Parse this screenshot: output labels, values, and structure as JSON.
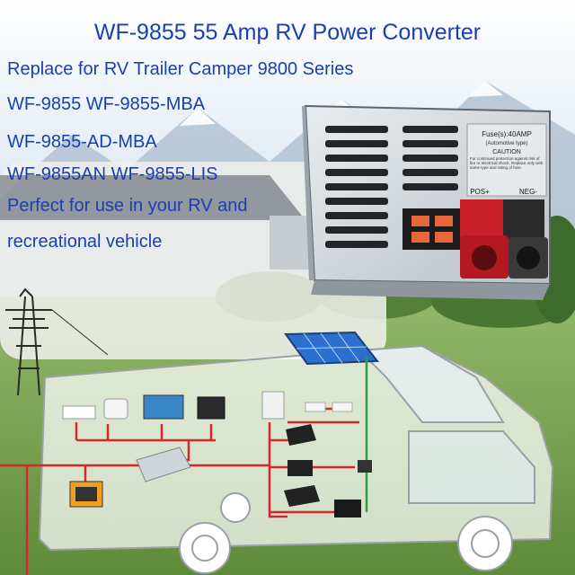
{
  "headline": "WF-9855 55 Amp RV Power Converter",
  "lines": [
    "Replace for RV Trailer Camper 9800 Series",
    "WF-9855  WF-9855-MBA",
    "WF-9855-AD-MBA",
    "WF-9855AN  WF-9855-LIS",
    "Perfect for use in your RV and",
    "recreational vehicle"
  ],
  "converter_label": {
    "fuse": "Fuse(s):40AMP",
    "fuse_type": "(Automotive type)",
    "caution": "CAUTION",
    "warning": "For continued protection against risk of fire or electrical shock, Replace only with same type and rating of fuse.",
    "pos": "POS+",
    "neg": "NEG-"
  },
  "colors": {
    "text_blue": "#1a3fb0",
    "wire_red": "#d8262c",
    "wire_green": "#2ea043",
    "terminal_red": "#c8202a",
    "terminal_black": "#2a2a2a"
  }
}
